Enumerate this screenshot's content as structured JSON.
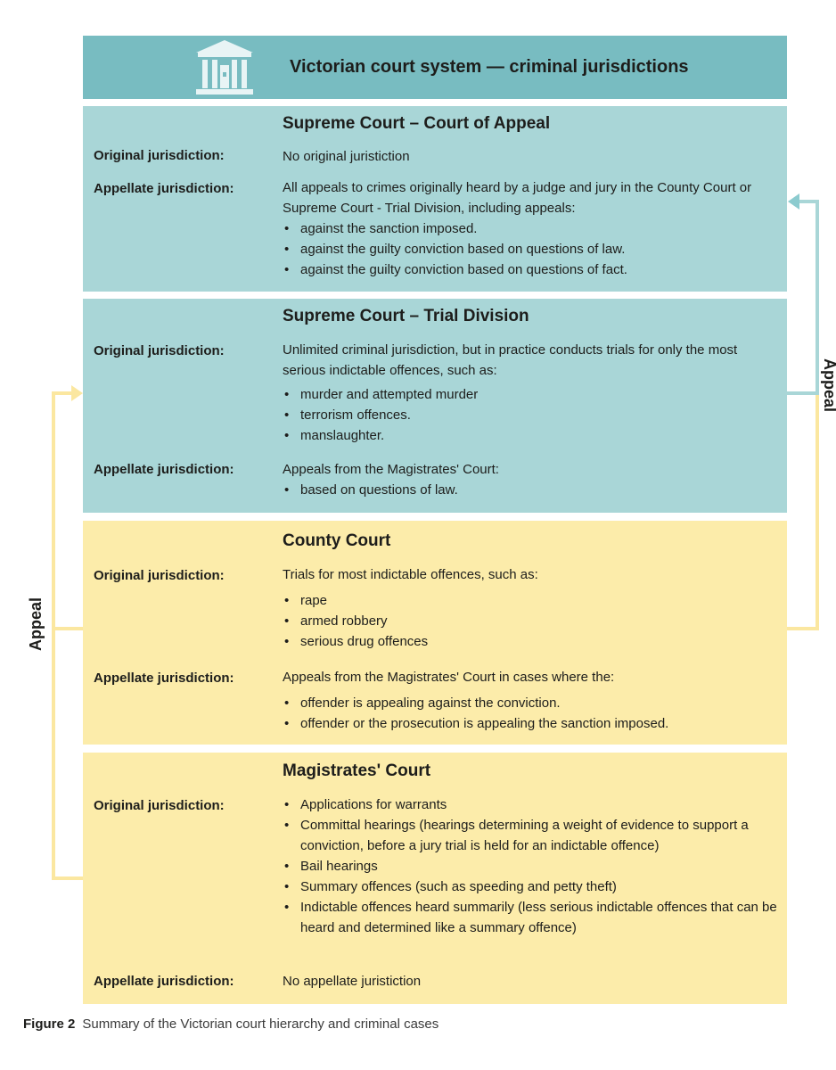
{
  "header": {
    "title": "Victorian court system — criminal jurisdictions"
  },
  "labels": {
    "original": "Original jurisdiction:",
    "appellate": "Appellate jurisdiction:"
  },
  "courts": {
    "appeal": {
      "title": "Supreme Court – Court of Appeal",
      "original_text": "No original juristiction",
      "appellate_intro": "All appeals to crimes originally heard by a judge and jury in the County Court or Supreme Court - Trial Division, including appeals:",
      "appellate_items": [
        "against the sanction imposed.",
        "against the guilty conviction based on questions of law.",
        "against the guilty conviction based on questions of fact."
      ]
    },
    "trial": {
      "title": "Supreme Court – Trial Division",
      "original_intro": "Unlimited criminal jurisdiction, but in practice conducts trials for only the most serious indictable offences, such as:",
      "original_items": [
        "murder and attempted murder",
        "terrorism offences.",
        "manslaughter."
      ],
      "appellate_intro": "Appeals from the Magistrates' Court:",
      "appellate_items": [
        "based on questions of law."
      ]
    },
    "county": {
      "title": "County Court",
      "original_intro": "Trials for most indictable offences, such as:",
      "original_items": [
        "rape",
        "armed robbery",
        "serious drug offences"
      ],
      "appellate_intro": "Appeals from the Magistrates' Court in cases where the:",
      "appellate_items": [
        "offender is appealing against the conviction.",
        "offender or the prosecution is appealing the sanction imposed."
      ]
    },
    "magistrates": {
      "title": "Magistrates' Court",
      "original_items": [
        "Applications for warrants",
        "Committal hearings (hearings determining a weight of evidence to support a conviction, before a jury trial is held for an indictable offence)",
        "Bail hearings",
        "Summary offences (such as speeding and petty theft)",
        "Indictable offences heard summarily (less serious indictable offences that can be heard and determined like a summary offence)"
      ],
      "appellate_text": "No appellate juristiction"
    }
  },
  "appeal_arrows": {
    "left_label": "Appeal",
    "right_label": "Appeal"
  },
  "caption": {
    "figure": "Figure 2",
    "text": "Summary of the Victorian court hierarchy and criminal cases"
  },
  "colors": {
    "header": "#78bcc1",
    "teal": "#a9d6d7",
    "yellow": "#fcecaa",
    "arrow_teal": "#8ccbcf",
    "arrow_yellow": "#fbe7a0"
  }
}
